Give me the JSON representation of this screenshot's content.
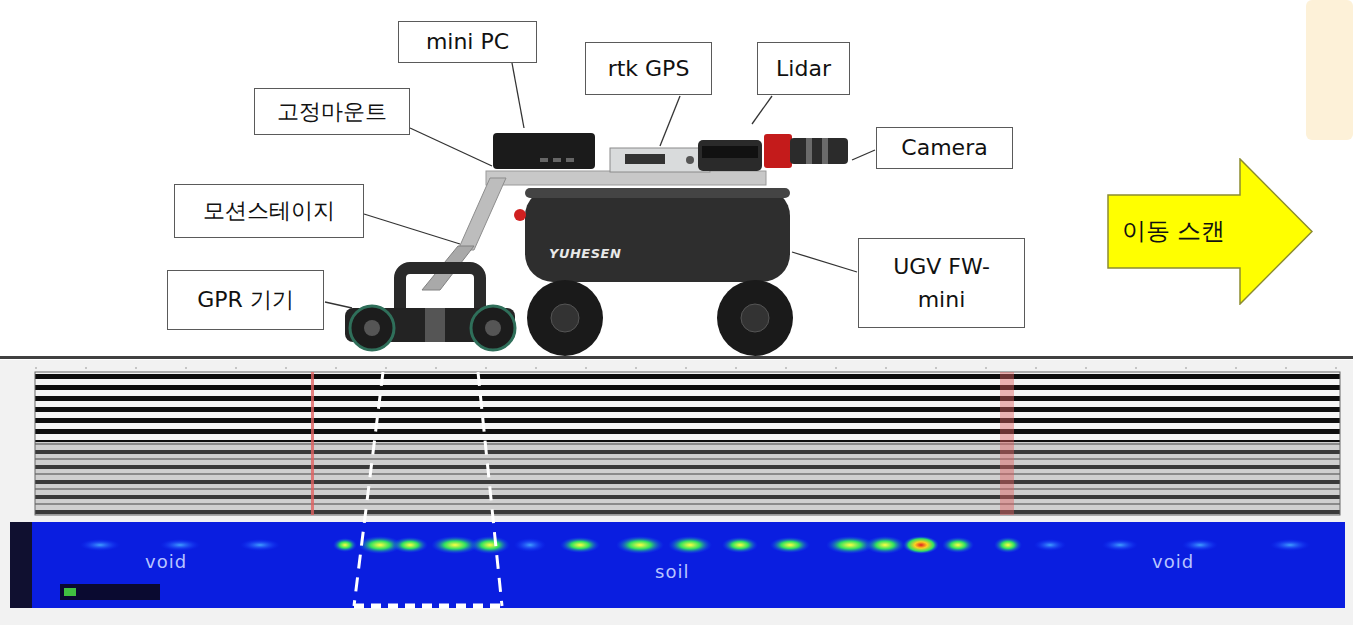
{
  "diagram": {
    "nodes": [
      {
        "text": [
          "mini PC"
        ]
      },
      {
        "text": [
          "rtk GPS"
        ]
      },
      {
        "text": [
          "Lidar"
        ]
      },
      {
        "text": [
          "고정마운트"
        ]
      },
      {
        "text": [
          "Camera"
        ]
      },
      {
        "text": [
          "모션스테이지"
        ]
      },
      {
        "text": [
          "UGV FW-mini"
        ]
      },
      {
        "text": [
          "GPR 기기"
        ]
      },
      {
        "text": [
          "이동 스캔"
        ]
      }
    ],
    "labels": [
      "YUHESEN",
      "void",
      "soil",
      "void"
    ]
  }
}
